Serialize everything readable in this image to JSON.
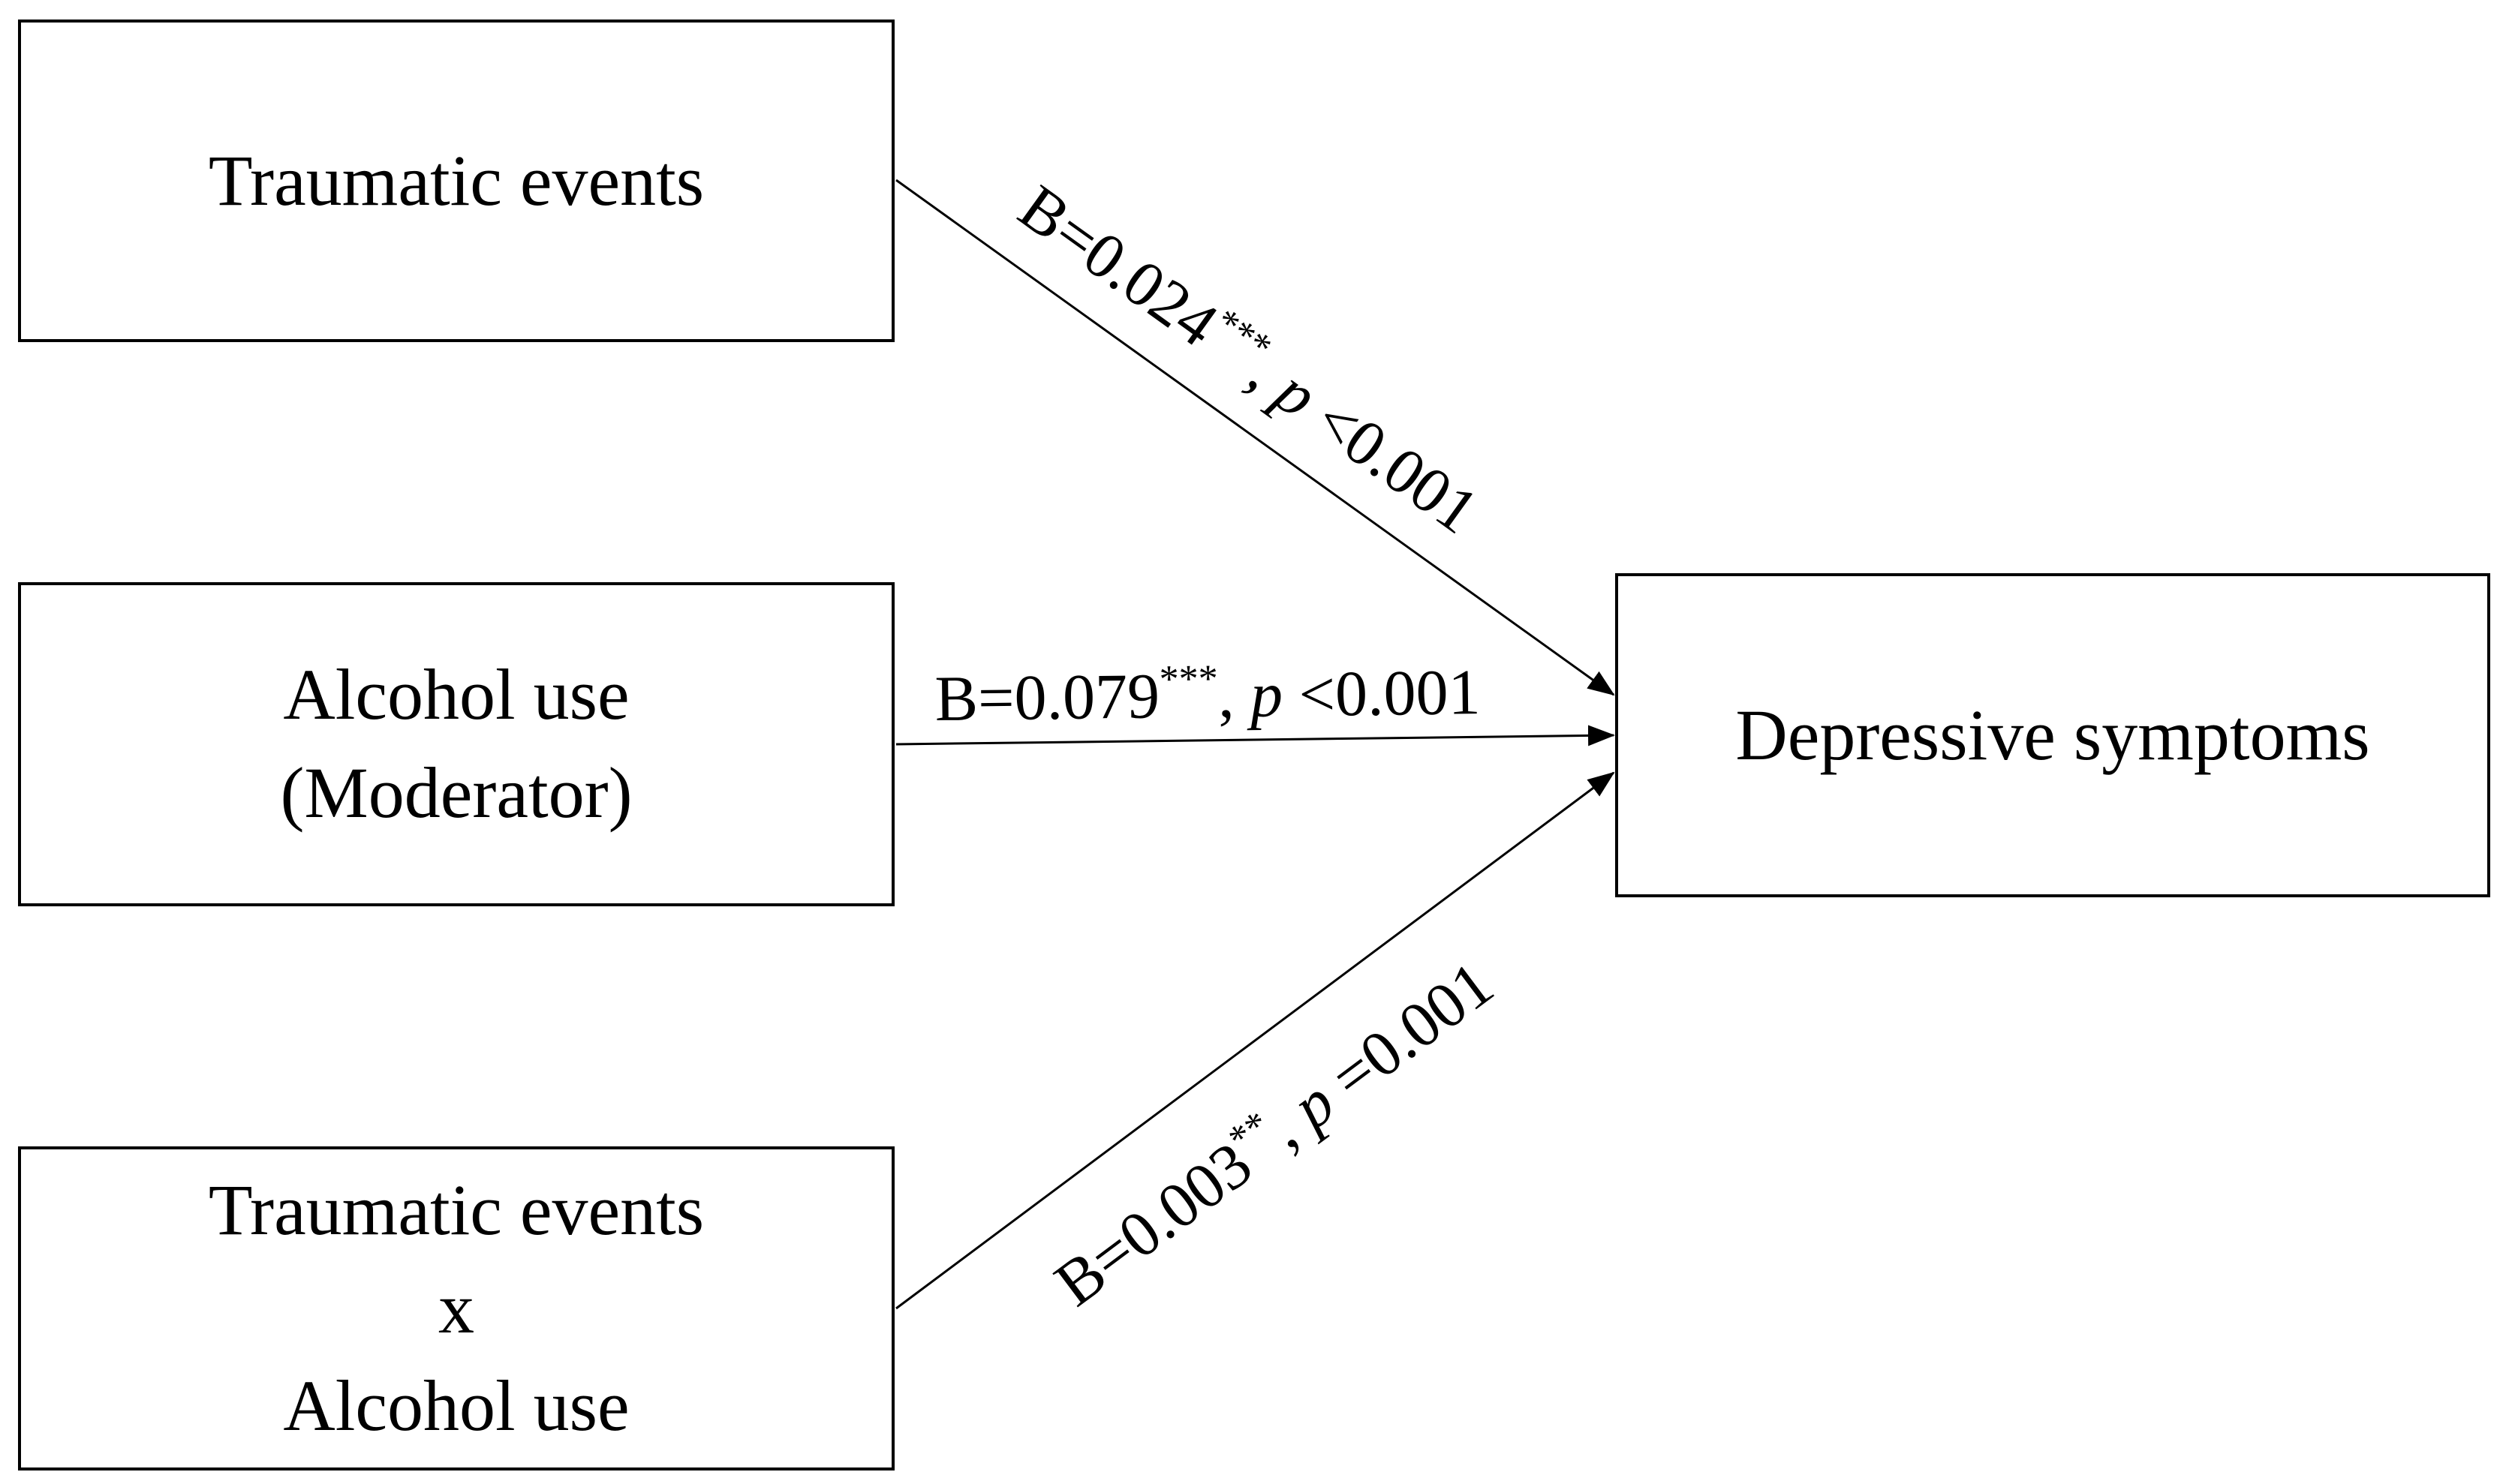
{
  "nodes": {
    "traumatic_events": {
      "lines": [
        "Traumatic events"
      ]
    },
    "alcohol_use": {
      "lines": [
        "Alcohol use",
        "(Moderator)"
      ]
    },
    "interaction": {
      "lines": [
        "Traumatic events",
        "x",
        "Alcohol use"
      ]
    },
    "depressive_symptoms": {
      "lines": [
        "Depressive symptoms"
      ]
    }
  },
  "paths": {
    "traumatic_to_depressive": {
      "b_text": "B=0.024",
      "stars": "***",
      "sep": ", ",
      "p_symbol": "p",
      "p_text": " <0.001"
    },
    "alcohol_to_depressive": {
      "b_text": "B=0.079",
      "stars": "***",
      "sep": ", ",
      "p_symbol": "p",
      "p_text": " <0.001"
    },
    "interaction_to_depressive": {
      "b_text": "B=0.003",
      "stars": "**",
      "sep": ", ",
      "p_symbol": "p",
      "p_text": " =0.001"
    }
  },
  "colors": {
    "line": "#000000",
    "background": "#ffffff"
  }
}
